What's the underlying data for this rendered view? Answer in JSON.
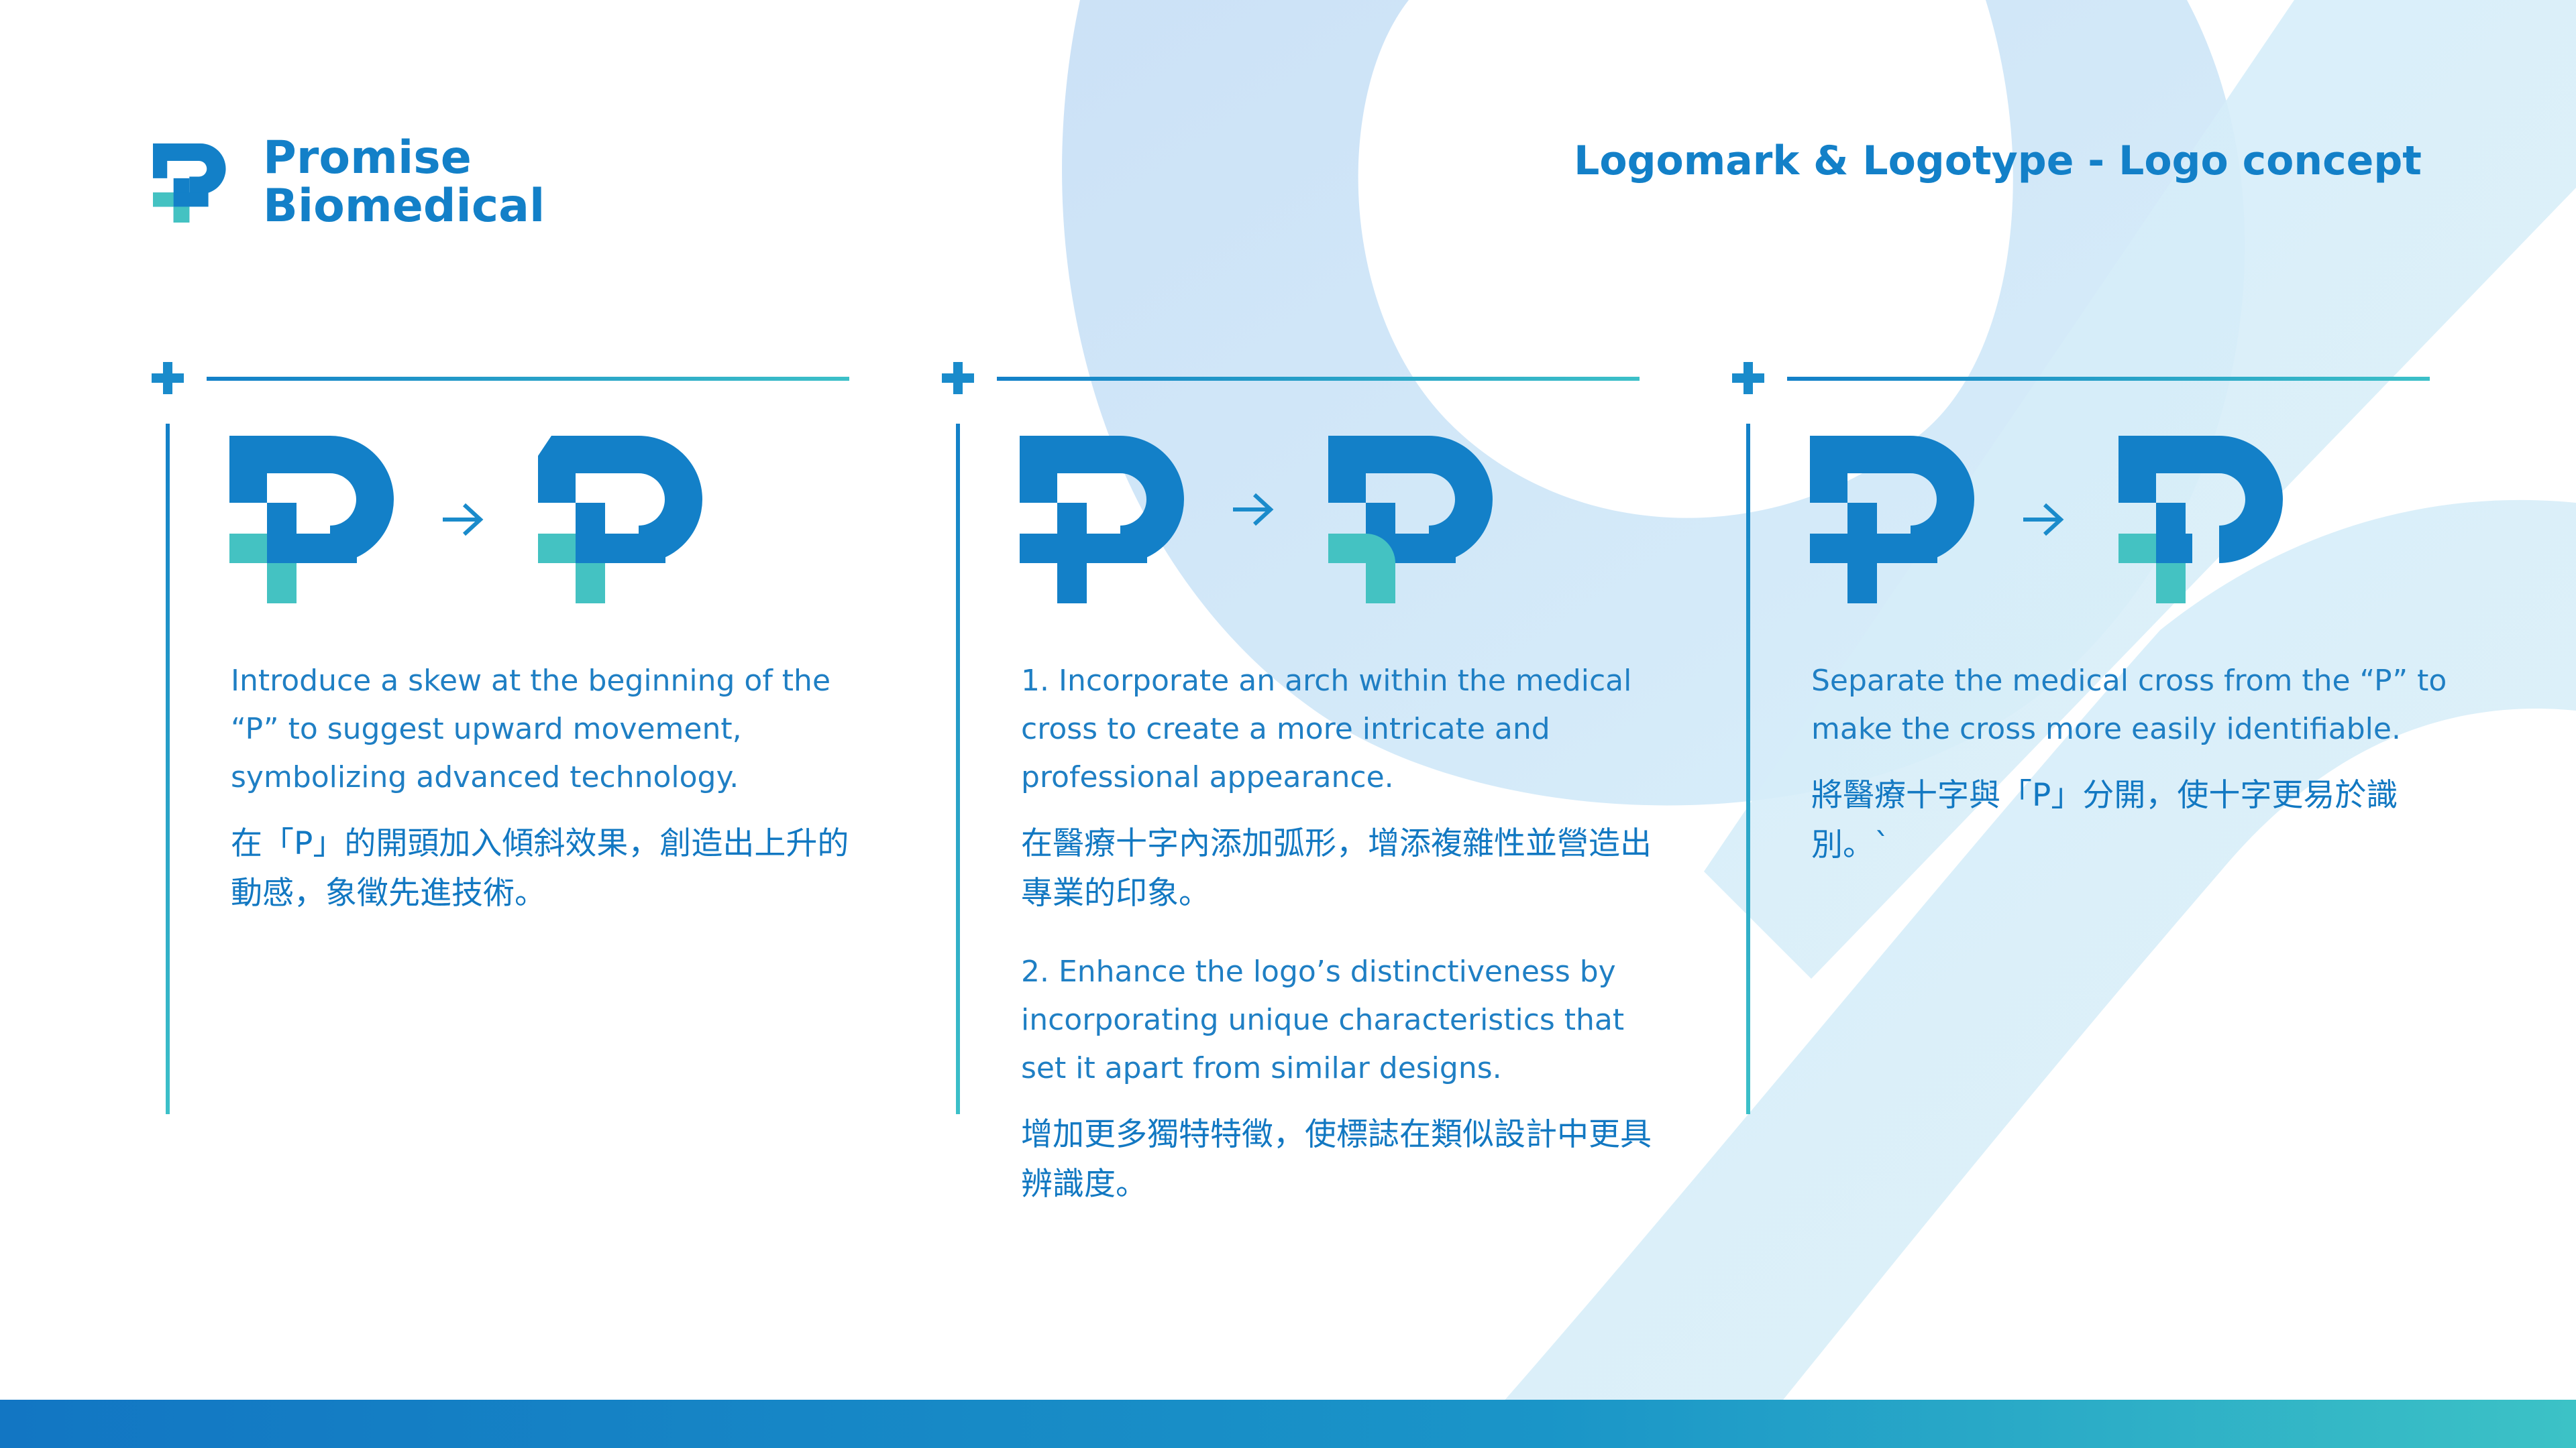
{
  "header": {
    "brand_line1": "Promise",
    "brand_line2": "Biomedical",
    "page_title": "Logomark & Logotype - Logo concept"
  },
  "icons": {
    "brand_logo": "p-cross-logo-icon",
    "column_marker": "plus-icon",
    "transition": "arrow-right-icon"
  },
  "colors": {
    "brand_blue": "#1380c8",
    "brand_teal": "#44c2c2",
    "text_blue": "#1f7fc4",
    "background_shape_blue": "#cde6f7"
  },
  "columns": [
    {
      "en": "Introduce a skew at the beginning of the “P” to suggest upward movement, symbolizing advanced technology.",
      "zh": "在「P」的開頭加入傾斜效果，創造出上升的動感，象徵先進技術。"
    },
    {
      "en": "1. Incorporate an arch within the medical cross to create a more intricate and professional appearance.",
      "zh": "在醫療十字內添加弧形，增添複雜性並營造出專業的印象。",
      "en2": "2. Enhance the logo’s distinctiveness by incorporating unique characteristics that set it apart from similar designs.",
      "zh2": "增加更多獨特特徵，使標誌在類似設計中更具辨識度。"
    },
    {
      "en": "Separate the medical cross from the “P” to make the cross more easily identifiable.",
      "zh": "將醫療十字與「P」分開，使十字更易於識別。`"
    }
  ]
}
